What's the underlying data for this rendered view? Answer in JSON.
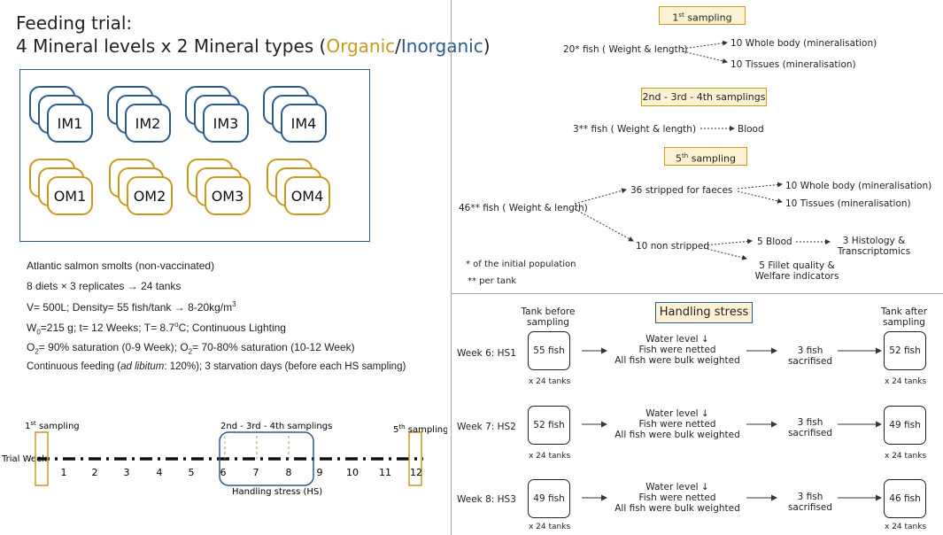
{
  "left": {
    "title_line1": "Feeding trial:",
    "title_prefix": "4 Mineral levels x 2 Mineral types (",
    "title_organic": "Organic",
    "title_slash": "/",
    "title_inorganic": "Inorganic",
    "title_suffix": ")",
    "tanks_im": [
      "IM1",
      "IM2",
      "IM3",
      "IM4"
    ],
    "tanks_om": [
      "OM1",
      "OM2",
      "OM3",
      "OM4"
    ],
    "info_1": "Atlantic salmon smolts (non-vaccinated)",
    "info_2": "8 diets × 3 replicates → 24 tanks",
    "info_3a": "V= 500L; Density= 55 fish/tank  → 8-20kg/m",
    "info_3b": "3",
    "info_4a": "W",
    "info_4b": "0",
    "info_4c": "=215 g; t= 12 Weeks; T= 8.7",
    "info_4d": "o",
    "info_4e": "C; Continuous Lighting",
    "info_5a": "O",
    "info_5b": "2",
    "info_5c": "= 90% saturation (0-9 Week); O",
    "info_5d": "2",
    "info_5e": "= 70-80% saturation (10-12 Week)",
    "info_6a": "Continuous feeding (",
    "info_6b": "ad libitum",
    "info_6c": ": 120%); 3 starvation days (before each HS sampling)"
  },
  "timeline": {
    "axis_label": "Trial Week",
    "weeks": [
      "1",
      "2",
      "3",
      "4",
      "5",
      "6",
      "7",
      "8",
      "9",
      "10",
      "11",
      "12"
    ],
    "first_sampling_a": "1",
    "first_sampling_b": "st",
    "first_sampling_c": " sampling",
    "mid_sampling": "2nd - 3rd - 4th samplings",
    "fifth_sampling_a": "5",
    "fifth_sampling_b": "th",
    "fifth_sampling_c": " sampling",
    "hs_label": "Handling stress (HS)"
  },
  "sampling": {
    "s1_header_a": "1",
    "s1_header_b": "st",
    "s1_header_c": " sampling",
    "s1_fish": "20* fish ( Weight & length)",
    "s1_out1": "10 Whole body (mineralisation)",
    "s1_out2": "10 Tissues (mineralisation)",
    "s2_header": "2nd - 3rd - 4th samplings",
    "s2_fish": "3** fish ( Weight & length)",
    "s2_out": "Blood",
    "s5_header_a": "5",
    "s5_header_b": "th",
    "s5_header_c": " sampling",
    "s5_fish": "46** fish ( Weight & length)",
    "s5_branch1": "36 stripped for faeces",
    "s5_b1_out1": "10 Whole body (mineralisation)",
    "s5_b1_out2": "10 Tissues (mineralisation)",
    "s5_branch2": "10 non stripped",
    "s5_b2_out1": "5 Blood",
    "s5_b2_out1b_1": "3 Histology &",
    "s5_b2_out1b_2": "Transcriptomics",
    "s5_b2_out2_1": "5 Fillet quality &",
    "s5_b2_out2_2": "Welfare indicators",
    "note1": "* of the initial population",
    "note2": "** per tank"
  },
  "handling": {
    "title": "Handling stress",
    "col_before_1": "Tank before",
    "col_before_2": "sampling",
    "col_after_1": "Tank after",
    "col_after_2": "sampling",
    "rows": [
      {
        "week": "Week 6: HS1",
        "before": "55 fish",
        "after": "52 fish"
      },
      {
        "week": "Week 7: HS2",
        "before": "52 fish",
        "after": "49 fish"
      },
      {
        "week": "Week 8: HS3",
        "before": "49 fish",
        "after": "46 fish"
      }
    ],
    "tanks_note": "x 24 tanks",
    "step_1": "Water level ↓",
    "step_2": "Fish were netted",
    "step_3": "All fish were bulk weighted",
    "sacrificed_1": "3 fish",
    "sacrificed_2": "sacrifised"
  }
}
